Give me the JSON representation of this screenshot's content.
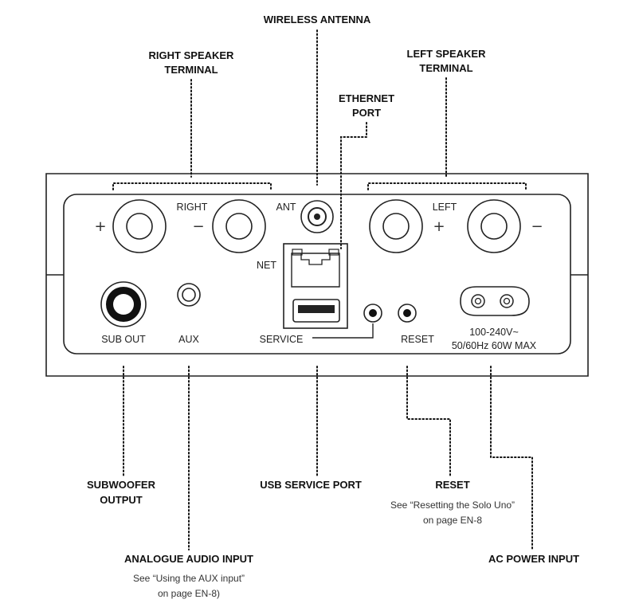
{
  "callouts": {
    "wireless_antenna": "WIRELESS ANTENNA",
    "right_speaker": [
      "RIGHT SPEAKER",
      "TERMINAL"
    ],
    "left_speaker": [
      "LEFT SPEAKER",
      "TERMINAL"
    ],
    "ethernet": [
      "ETHERNET",
      "PORT"
    ],
    "subwoofer": [
      "SUBWOOFER",
      "OUTPUT"
    ],
    "usb_service": "USB SERVICE PORT",
    "reset": "RESET",
    "analogue": "ANALOGUE AUDIO INPUT",
    "ac_power": "AC POWER INPUT"
  },
  "notes": {
    "reset": [
      "See “Resetting the Solo Uno”",
      "on page EN-8"
    ],
    "analogue": [
      "See “Using the AUX input”",
      "on page EN-8)"
    ]
  },
  "panel": {
    "right": "RIGHT",
    "ant": "ANT",
    "left": "LEFT",
    "net": "NET",
    "sub_out": "SUB OUT",
    "aux": "AUX",
    "service": "SERVICE",
    "reset": "RESET",
    "power": [
      "100-240V~",
      "50/60Hz 60W MAX"
    ],
    "plus": "+",
    "minus": "−"
  }
}
